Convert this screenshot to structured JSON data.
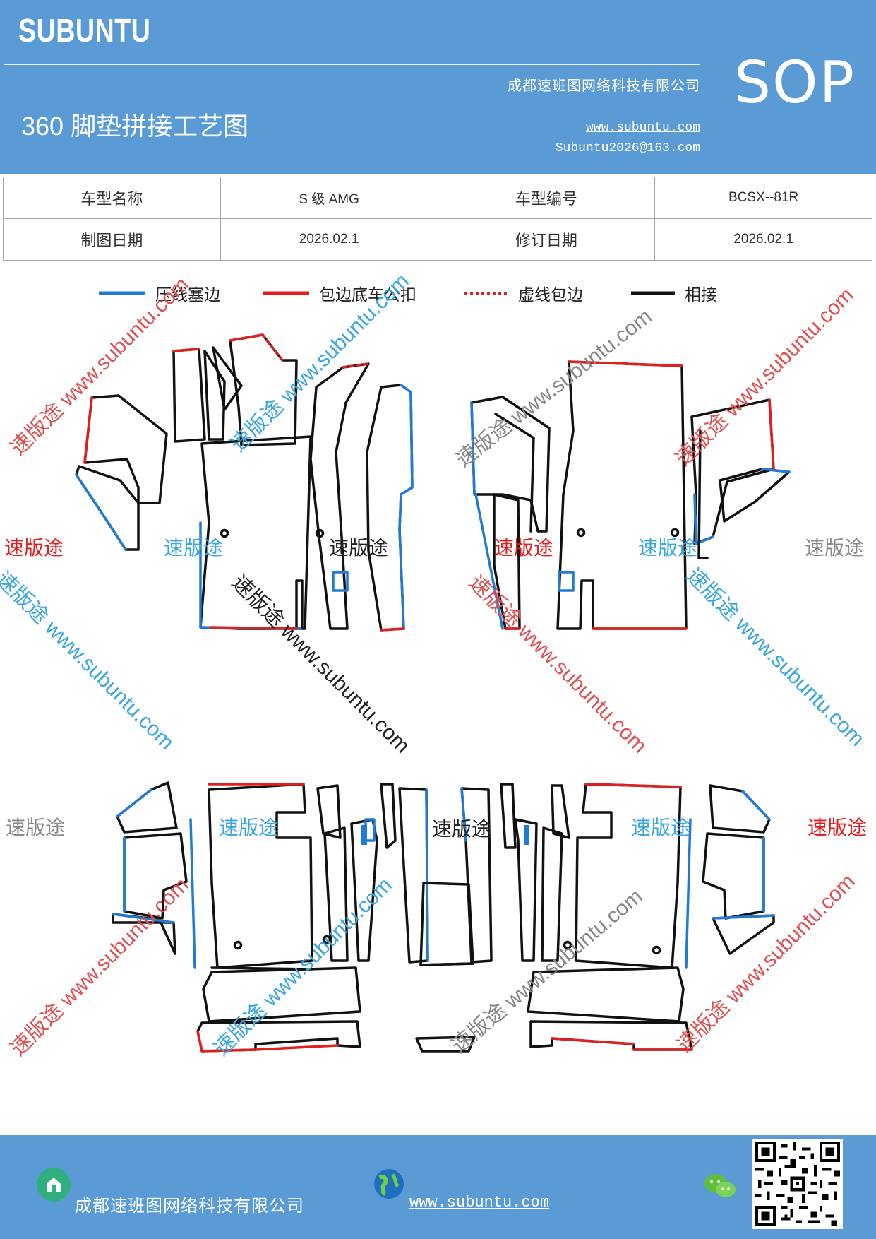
{
  "header": {
    "brand": "SUBUNTU",
    "subtitle": "360 脚垫拼接工艺图",
    "company": "成都速班图网络科技有限公司",
    "url": "www.subuntu.com",
    "email": "Subuntu2026@163.com",
    "badge": "SOP",
    "bg_color": "#5b9bd5"
  },
  "info_table": {
    "rows": [
      {
        "label1": "车型名称",
        "value1": "S 级 AMG",
        "label2": "车型编号",
        "value2": "BCSX--81R"
      },
      {
        "label1": "制图日期",
        "value1": "2026.02.1",
        "label2": "修订日期",
        "value2": "2026.02.1"
      }
    ]
  },
  "legend": {
    "items": [
      {
        "label": "压线塞边",
        "color": "#1f7bd6",
        "style": "solid"
      },
      {
        "label": "包边底车公扣",
        "color": "#e02020",
        "style": "solid"
      },
      {
        "label": "虚线包边",
        "color": "#e02020",
        "style": "dotted"
      },
      {
        "label": "相接",
        "color": "#111111",
        "style": "solid"
      }
    ]
  },
  "diagram": {
    "labels": [
      {
        "text": "速版途",
        "color": "#e02020"
      },
      {
        "text": "速版途",
        "color": "#3aa6e0"
      },
      {
        "text": "速版途",
        "color": "#222222"
      },
      {
        "text": "速版途",
        "color": "#e02020"
      },
      {
        "text": "速版途",
        "color": "#3aa6e0"
      },
      {
        "text": "速版途",
        "color": "#888888"
      },
      {
        "text": "速版途",
        "color": "#888888"
      },
      {
        "text": "速版途",
        "color": "#3aa6e0"
      },
      {
        "text": "速版途",
        "color": "#222222"
      },
      {
        "text": "速版途",
        "color": "#3aa6e0"
      },
      {
        "text": "速版途",
        "color": "#e02020"
      }
    ],
    "watermarks": [
      {
        "text": "速版途 www.subuntu.com",
        "color": "#e05050"
      },
      {
        "text": "速版途 www.subuntu.com",
        "color": "#3aa6e0"
      },
      {
        "text": "速版途 www.subuntu.com",
        "color": "#888888"
      },
      {
        "text": "速版途 www.subuntu.com",
        "color": "#e05050"
      },
      {
        "text": "速版途 www.subuntu.com",
        "color": "#3aa6e0"
      },
      {
        "text": "速版途 www.subuntu.com",
        "color": "#222222"
      },
      {
        "text": "速版途 www.subuntu.com",
        "color": "#e05050"
      },
      {
        "text": "速版途 www.subuntu.com",
        "color": "#3aa6e0"
      },
      {
        "text": "速版途 www.subuntu.com",
        "color": "#e05050"
      },
      {
        "text": "速版途 www.subuntu.com",
        "color": "#3aa6e0"
      },
      {
        "text": "速版途 www.subuntu.com",
        "color": "#888888"
      },
      {
        "text": "速版途 www.subuntu.com",
        "color": "#e05050"
      }
    ]
  },
  "footer": {
    "company": "成都速班图网络科技有限公司",
    "url": "www.subuntu.com ",
    "icons": [
      "home-icon",
      "globe-icon",
      "wechat-icon",
      "qr-code"
    ]
  }
}
